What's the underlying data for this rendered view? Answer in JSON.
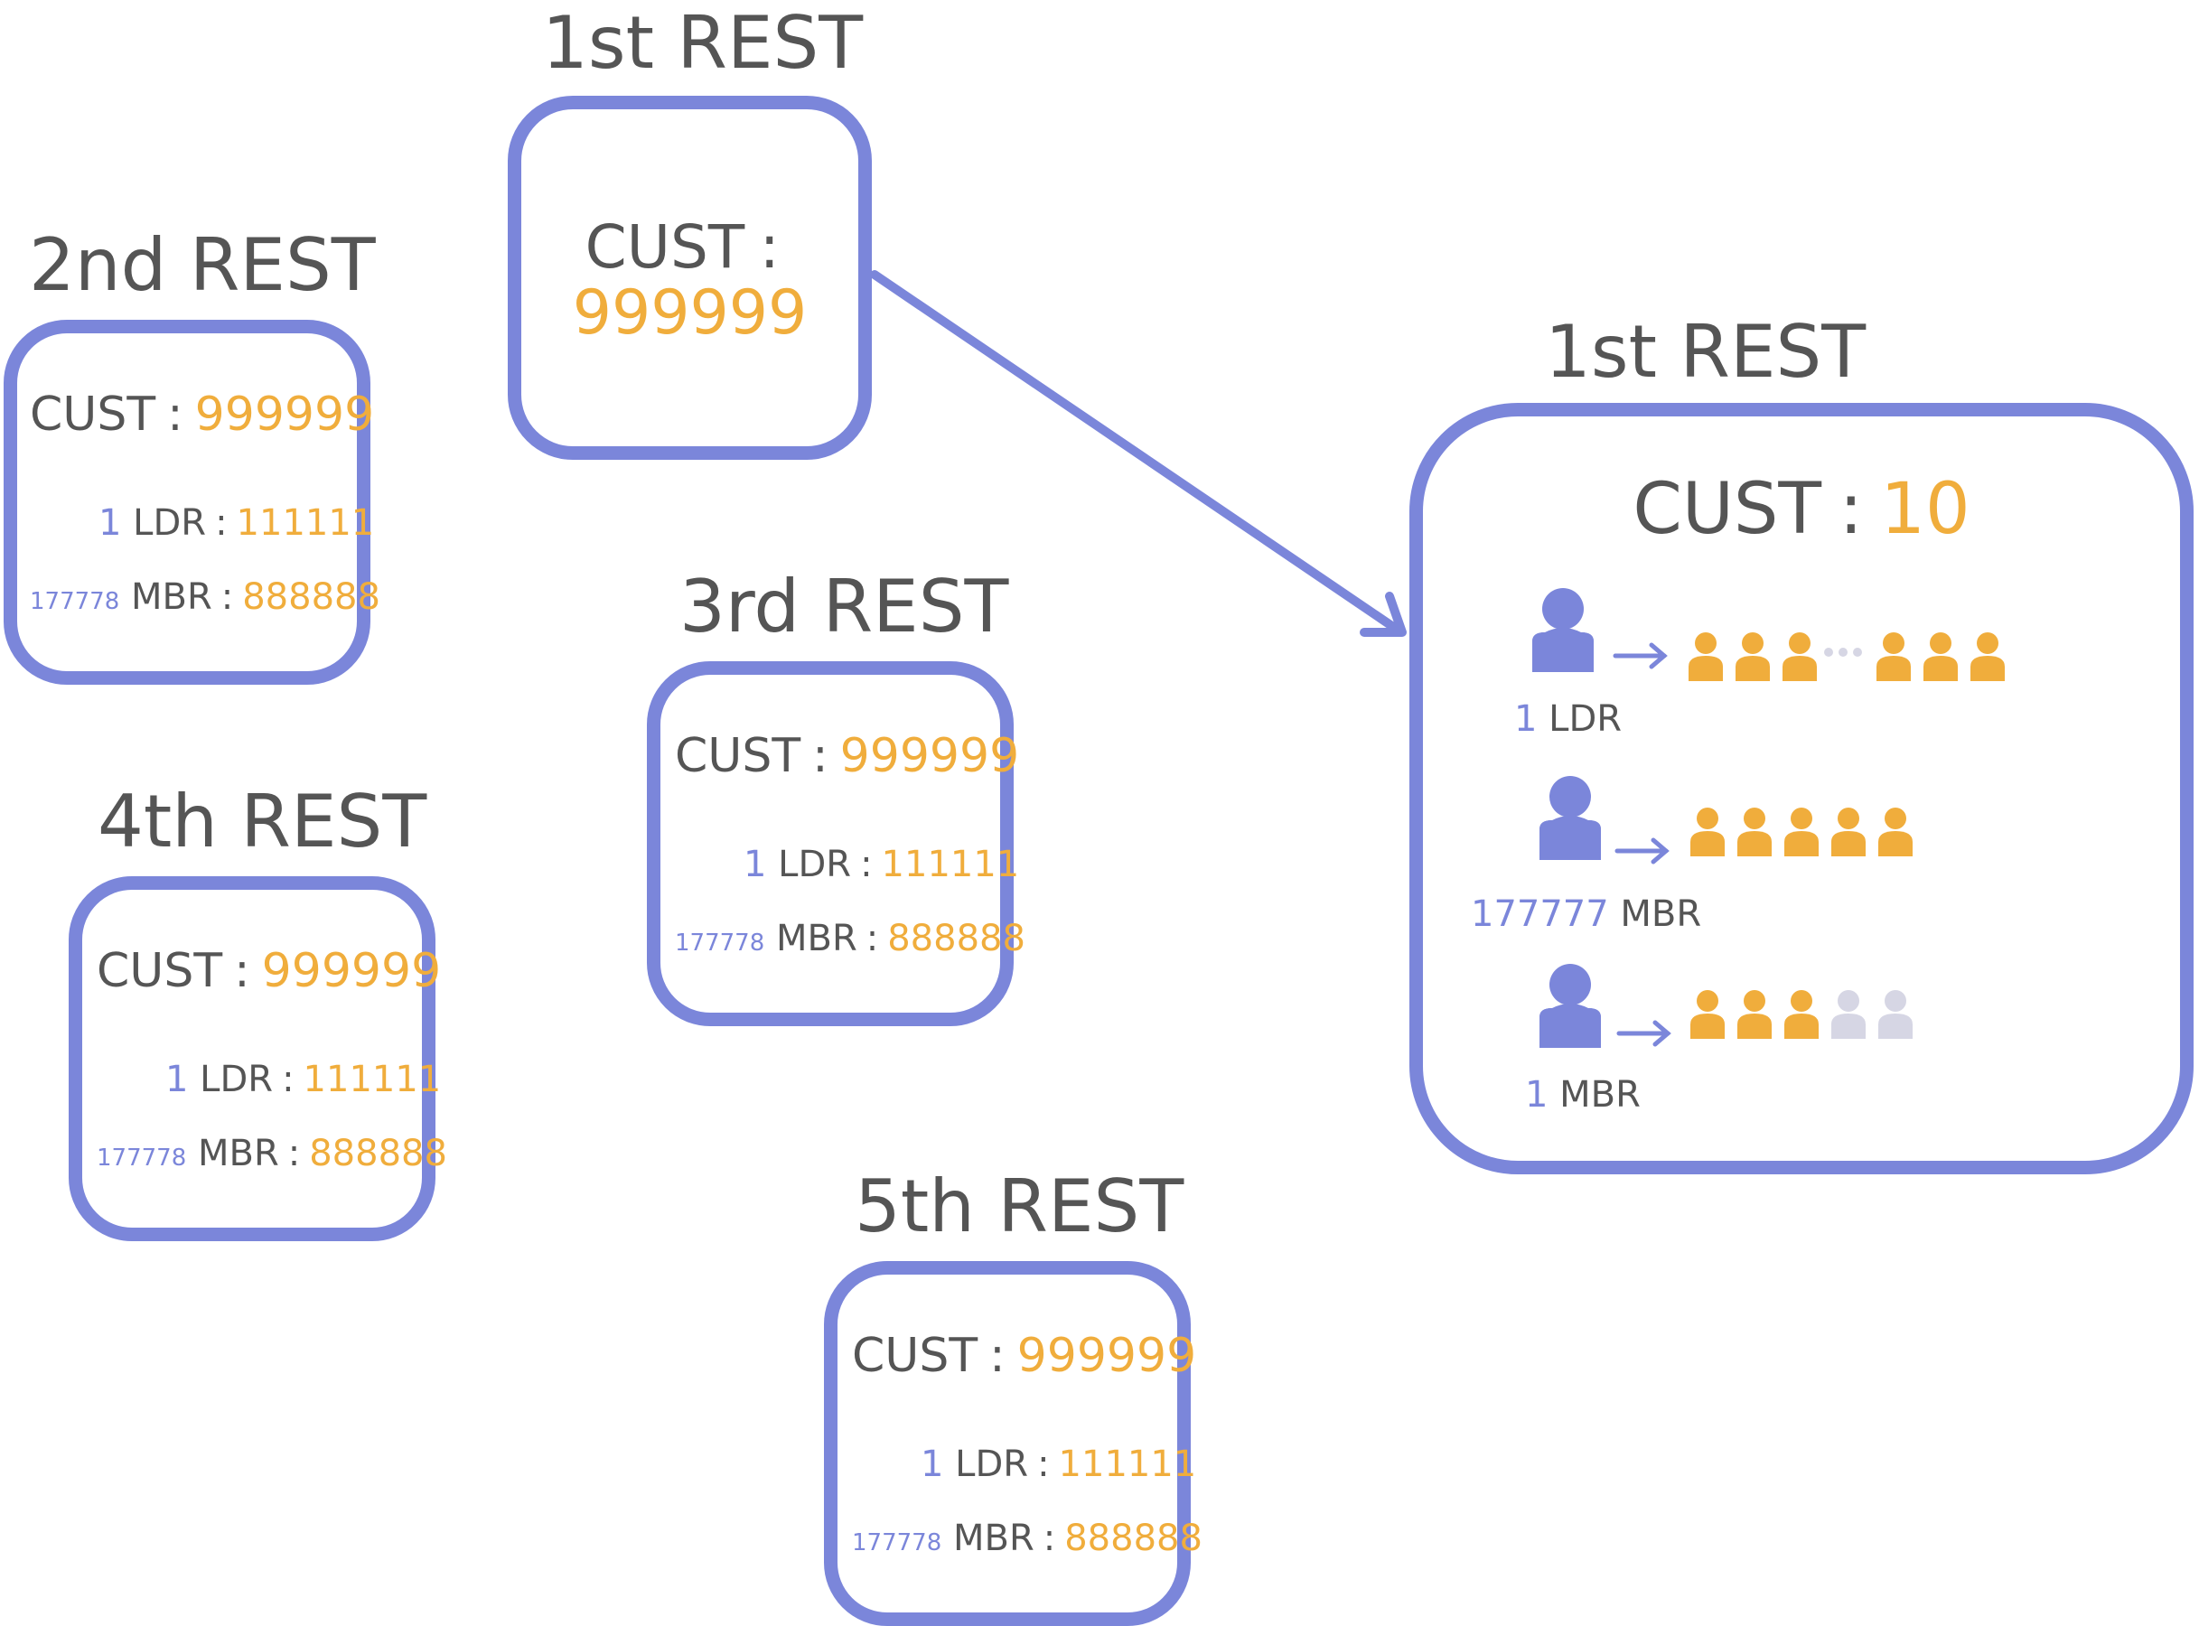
{
  "colors": {
    "accent": "#7b86da",
    "value": "#f0ad3c",
    "text": "#555555",
    "inactive": "#d6d6e4"
  },
  "top_box": {
    "title": "1st REST",
    "cust_label": "CUST",
    "colon": ":",
    "cust_value": "999999"
  },
  "small_boxes": [
    {
      "id": "2nd",
      "title": "2nd REST",
      "cust_label": "CUST",
      "colon": ":",
      "cust_value": "999999",
      "ldr_count": "1",
      "ldr_label": "LDR",
      "ldr_value": "111111",
      "mbr_count": "177778",
      "mbr_label": "MBR",
      "mbr_value": "888888"
    },
    {
      "id": "3rd",
      "title": "3rd REST",
      "cust_label": "CUST",
      "colon": ":",
      "cust_value": "999999",
      "ldr_count": "1",
      "ldr_label": "LDR",
      "ldr_value": "111111",
      "mbr_count": "177778",
      "mbr_label": "MBR",
      "mbr_value": "888888"
    },
    {
      "id": "4th",
      "title": "4th REST",
      "cust_label": "CUST",
      "colon": ":",
      "cust_value": "999999",
      "ldr_count": "1",
      "ldr_label": "LDR",
      "ldr_value": "111111",
      "mbr_count": "177778",
      "mbr_label": "MBR",
      "mbr_value": "888888"
    },
    {
      "id": "5th",
      "title": "5th REST",
      "cust_label": "CUST",
      "colon": ":",
      "cust_value": "999999",
      "ldr_count": "1",
      "ldr_label": "LDR",
      "ldr_value": "111111",
      "mbr_count": "177778",
      "mbr_label": "MBR",
      "mbr_value": "888888"
    }
  ],
  "detail_box": {
    "title": "1st REST",
    "cust_label": "CUST",
    "colon": ":",
    "cust_value": "10",
    "rows": [
      {
        "count": "1",
        "label": "LDR",
        "people_icon": "person-icon",
        "customers": "ellipsis-row"
      },
      {
        "count": "177777",
        "label": "MBR",
        "people_icon": "person-icon",
        "customers": "5 active"
      },
      {
        "count": "1",
        "label": "MBR",
        "people_icon": "person-icon",
        "customers": "3 active, 2 inactive"
      }
    ]
  }
}
